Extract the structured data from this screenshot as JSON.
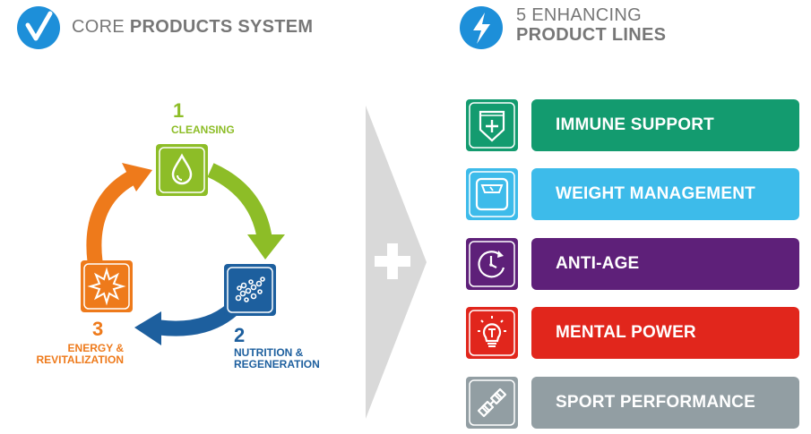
{
  "core": {
    "prefix": "CORE ",
    "bold": "PRODUCTS SYSTEM",
    "icon": "checkmark-icon"
  },
  "enhancing": {
    "line1": "5 ENHANCING",
    "line2": "PRODUCT LINES",
    "icon": "lightning-icon"
  },
  "steps": [
    {
      "number": "1",
      "label": "CLEANSING",
      "icon": "droplet-icon",
      "color": "#8dbd27"
    },
    {
      "number": "2",
      "label_line1": "NUTRITION &",
      "label_line2": "REGENERATION",
      "icon": "molecules-icon",
      "color": "#1d5f9e"
    },
    {
      "number": "3",
      "label_line1": "ENERGY &",
      "label_line2": "REVITALIZATION",
      "icon": "sun-icon",
      "color": "#ee7a1b"
    }
  ],
  "plus_icon": "plus-icon",
  "product_lines": [
    {
      "label": "IMMUNE SUPPORT",
      "icon": "shield-plus-icon",
      "color": "#139b6f"
    },
    {
      "label": "WEIGHT MANAGEMENT",
      "icon": "scale-icon",
      "color": "#3dbbea"
    },
    {
      "label": "ANTI-AGE",
      "icon": "clock-icon",
      "color": "#5e2079"
    },
    {
      "label": "MENTAL POWER",
      "icon": "lightbulb-icon",
      "color": "#e1261c"
    },
    {
      "label": "SPORT PERFORMANCE",
      "icon": "dumbbell-icon",
      "color": "#929ea3"
    }
  ]
}
